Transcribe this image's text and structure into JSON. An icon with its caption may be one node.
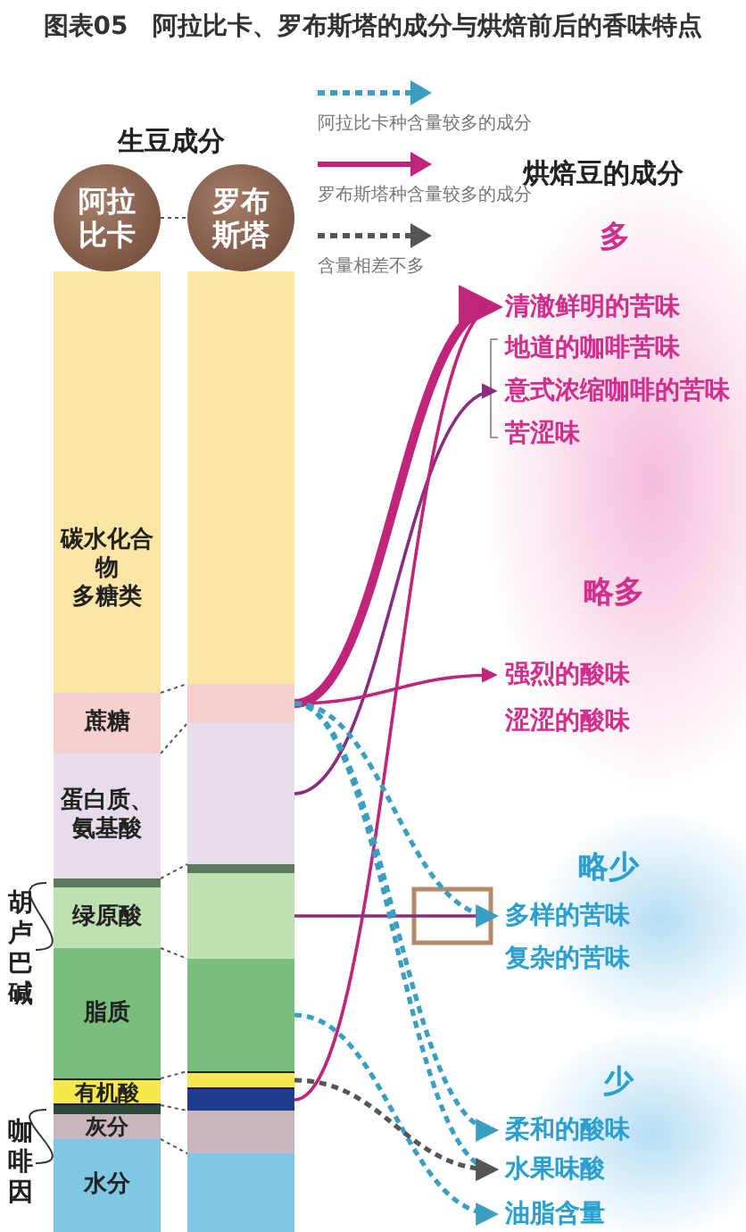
{
  "diagram": {
    "title": "图表05　阿拉比卡、罗布斯塔的成分与烘焙前后的香味特点",
    "nodes": [
      {
        "text": [
          "阿拉比卡"
        ]
      },
      {
        "text": [
          "罗布斯塔"
        ]
      },
      {
        "text": [
          "碳水化合物",
          "多糖类"
        ]
      },
      {
        "text": [
          "蔗糖"
        ]
      },
      {
        "text": [
          "蛋白质、氨基酸"
        ]
      },
      {
        "text": [],
        "shape": "bar"
      },
      {
        "text": [
          "绿原酸"
        ]
      },
      {
        "text": [
          "脂质"
        ]
      },
      {
        "text": [
          "有机酸"
        ]
      },
      {
        "text": [],
        "shape": "bar"
      },
      {
        "text": [
          "灰分"
        ]
      },
      {
        "text": [
          "水分"
        ]
      },
      {
        "text": [],
        "shape": "bar"
      },
      {
        "text": [],
        "shape": "bar"
      },
      {
        "text": [],
        "shape": "bar"
      },
      {
        "text": [],
        "shape": "bar"
      },
      {
        "text": [],
        "shape": "bar"
      },
      {
        "text": [],
        "shape": "bar"
      },
      {
        "text": [],
        "shape": "bar"
      },
      {
        "text": [],
        "shape": "bar"
      },
      {
        "text": [],
        "shape": "bar"
      },
      {
        "text": [],
        "shape": "bar"
      },
      {
        "text": [
          "胡卢巴碱"
        ]
      },
      {
        "text": [
          "咖啡因"
        ]
      },
      {
        "text": [
          "清澈鲜明的苦味"
        ]
      },
      {
        "text": [
          "地道的咖啡苦味"
        ]
      },
      {
        "text": [
          "意式浓缩咖啡的苦味"
        ]
      },
      {
        "text": [
          "苦涩味"
        ]
      },
      {
        "text": [
          "强烈的酸味"
        ]
      },
      {
        "text": [
          "涩涩的酸味"
        ]
      },
      {
        "text": [
          "多样的苦味"
        ]
      },
      {
        "text": [
          "复杂的苦味"
        ]
      },
      {
        "text": [
          "柔和的酸味"
        ]
      },
      {
        "text": [
          "水果味酸"
        ]
      },
      {
        "text": [
          "油脂含量"
        ]
      }
    ],
    "edges": [
      {
        "from": 22,
        "to": 5,
        "arrow": "none",
        "color": "#333333"
      },
      {
        "from": 23,
        "to": 9,
        "arrow": "none",
        "color": "#333333"
      },
      {
        "from": 13,
        "to": 24,
        "arrow": "to",
        "style": "thick",
        "color": "#c0257a"
      },
      {
        "from": 14,
        "to": 26,
        "arrow": "to",
        "color": "#8a2d7e"
      },
      {
        "from": 19,
        "to": 24,
        "arrow": "to",
        "color": "#c0257a"
      },
      {
        "from": 13,
        "to": 28,
        "arrow": "to",
        "color": "#c0257a"
      },
      {
        "from": 16,
        "to": 30,
        "arrow": "to",
        "color": "#8a2d7e"
      },
      {
        "from": 13,
        "to": 30,
        "arrow": "to",
        "style": "dashed",
        "color": "#3a9ec0"
      },
      {
        "from": 13,
        "to": 32,
        "arrow": "to",
        "style": "dashed",
        "color": "#3a9ec0"
      },
      {
        "from": 13,
        "to": 33,
        "arrow": "to",
        "style": "dashed",
        "color": "#3a9ec0"
      },
      {
        "from": 17,
        "to": 34,
        "arrow": "to",
        "style": "dashed",
        "color": "#3a9ec0"
      },
      {
        "from": 18,
        "to": 33,
        "arrow": "to",
        "style": "dashed",
        "color": "#555555"
      }
    ],
    "labels": [
      "生豆成分",
      "烘焙豆的成分",
      "多",
      "略多",
      "略少",
      "少"
    ],
    "legend": [
      {
        "text": "阿拉比卡种含量较多的成分"
      },
      {
        "text": "罗布斯塔种含量较多的成分"
      },
      {
        "text": "含量相差不多"
      }
    ]
  }
}
